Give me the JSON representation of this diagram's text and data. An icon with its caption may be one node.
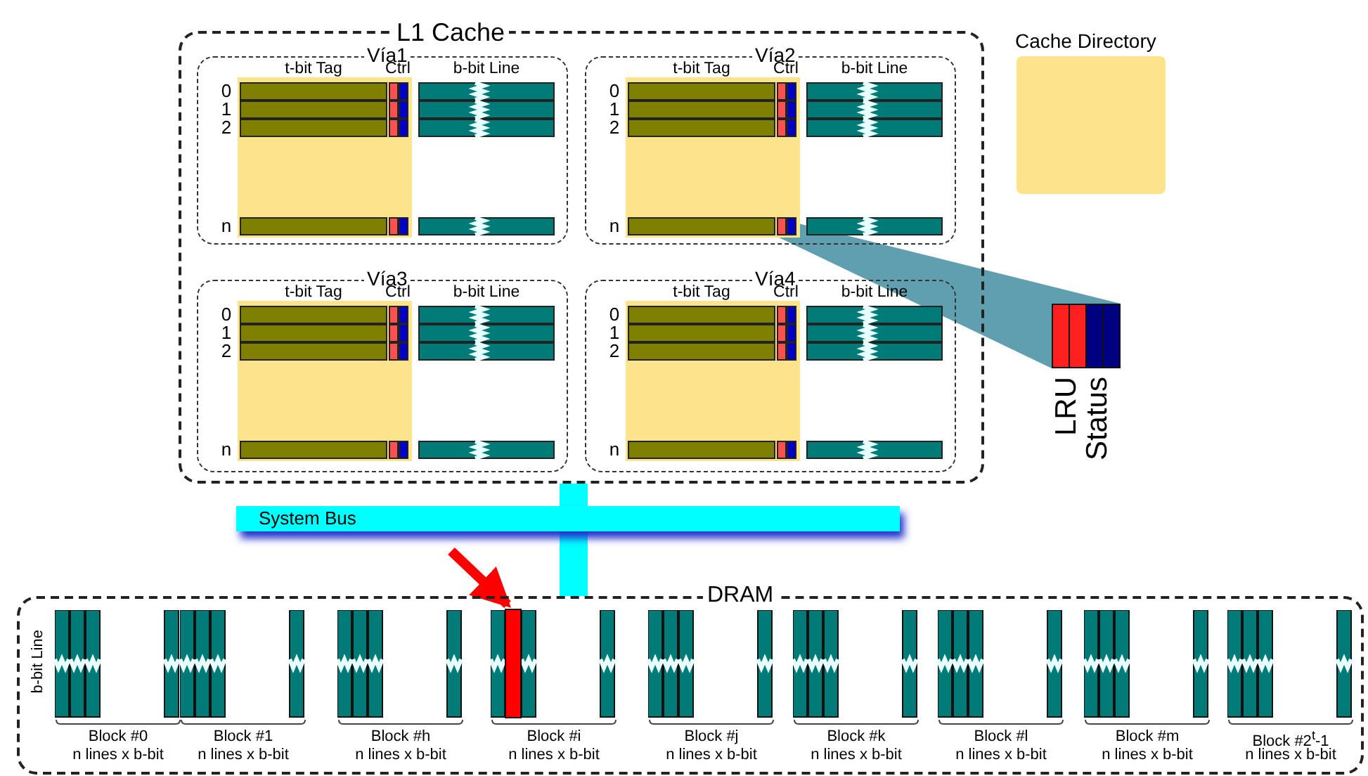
{
  "diagram": {
    "nodes": [
      {
        "text": [
          "L1 Cache"
        ]
      },
      {
        "text": [
          "Vía1"
        ],
        "in": 0
      },
      {
        "text": [
          "Vía2"
        ],
        "in": 0
      },
      {
        "text": [
          "Vía3"
        ],
        "in": 0
      },
      {
        "text": [
          "Vía4"
        ],
        "in": 0
      },
      {
        "text": [
          "Cache Directory"
        ]
      },
      {
        "text": [
          "System Bus"
        ]
      },
      {
        "text": [
          "DRAM",
          "b-bit Line"
        ]
      },
      {
        "text": [],
        "shape": "bar",
        "in": 7,
        "beside": [
          "Block #0",
          "n lines x b-bit"
        ]
      },
      {
        "text": [],
        "shape": "bar",
        "in": 7,
        "beside": [
          "Block #1",
          "n lines x b-bit"
        ]
      },
      {
        "text": [],
        "shape": "bar",
        "in": 7,
        "beside": [
          "Block #h",
          "n lines x b-bit"
        ]
      },
      {
        "text": [],
        "shape": "bar",
        "in": 7,
        "beside": [
          "Block #i",
          "n lines x b-bit"
        ]
      },
      {
        "text": [],
        "shape": "bar",
        "in": 11
      },
      {
        "text": [],
        "shape": "bar",
        "in": 7,
        "beside": [
          "Block #j",
          "n lines x b-bit"
        ]
      },
      {
        "text": [],
        "shape": "bar",
        "in": 7,
        "beside": [
          "Block #k",
          "n lines x b-bit"
        ]
      },
      {
        "text": [],
        "shape": "bar",
        "in": 7,
        "beside": [
          "Block #l",
          "n lines x b-bit"
        ]
      },
      {
        "text": [],
        "shape": "bar",
        "in": 7,
        "beside": [
          "Block #m",
          "n lines x b-bit"
        ]
      },
      {
        "text": [],
        "shape": "bar",
        "in": 7,
        "beside": [
          "Block #2$^{t}$-1",
          "n lines x b-bit"
        ]
      },
      {
        "text": [],
        "shape": "bar",
        "beside": [
          "LRU",
          "Status"
        ]
      }
    ],
    "edges": [
      {
        "from": 6,
        "to": 0,
        "arrow": "none"
      },
      {
        "from": 6,
        "to": 7,
        "arrow": "none"
      },
      {
        "from": null,
        "to": 12,
        "arrow": "to",
        "color": "#ff0000"
      },
      {
        "from": 2,
        "to": 18,
        "arrow": "none",
        "color": "#2a7f95"
      }
    ],
    "labels": [
      "t-bit Tag",
      "Ctrl",
      "b-bit Line",
      "0",
      "1",
      "2",
      "n",
      "t-bit Tag",
      "Ctrl",
      "b-bit Line",
      "0",
      "1",
      "2",
      "n",
      "t-bit Tag",
      "Ctrl",
      "b-bit Line",
      "0",
      "1",
      "2",
      "n",
      "t-bit Tag",
      "Ctrl",
      "b-bit Line",
      "0",
      "1",
      "2",
      "n"
    ]
  }
}
